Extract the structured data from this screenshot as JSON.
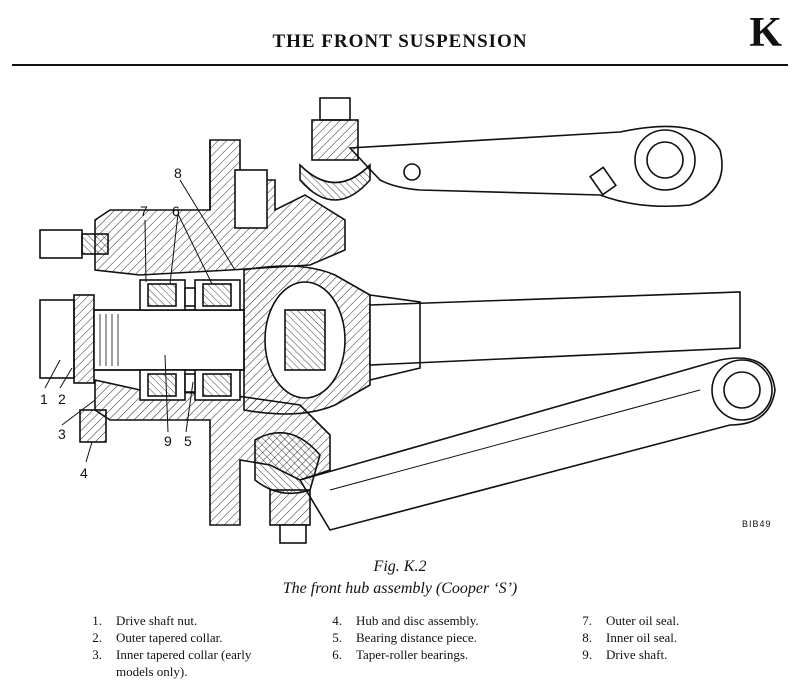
{
  "header": {
    "title": "THE FRONT SUSPENSION",
    "section_letter": "K"
  },
  "figure": {
    "number": "Fig. K.2",
    "caption": "The front hub assembly (Cooper ‘S’)",
    "plate_ref": "BIB49",
    "callouts": [
      "1",
      "2",
      "3",
      "4",
      "5",
      "6",
      "7",
      "8",
      "9"
    ]
  },
  "legend": [
    {
      "num": "1.",
      "text": "Drive shaft nut."
    },
    {
      "num": "2.",
      "text": "Outer tapered collar."
    },
    {
      "num": "3.",
      "text": "Inner tapered collar (early"
    },
    {
      "num": "",
      "text": "models only)."
    },
    {
      "num": "4.",
      "text": "Hub and disc assembly."
    },
    {
      "num": "5.",
      "text": "Bearing distance piece."
    },
    {
      "num": "6.",
      "text": "Taper-roller bearings."
    },
    {
      "num": "7.",
      "text": "Outer oil seal."
    },
    {
      "num": "8.",
      "text": "Inner oil seal."
    },
    {
      "num": "9.",
      "text": "Drive shaft."
    }
  ]
}
